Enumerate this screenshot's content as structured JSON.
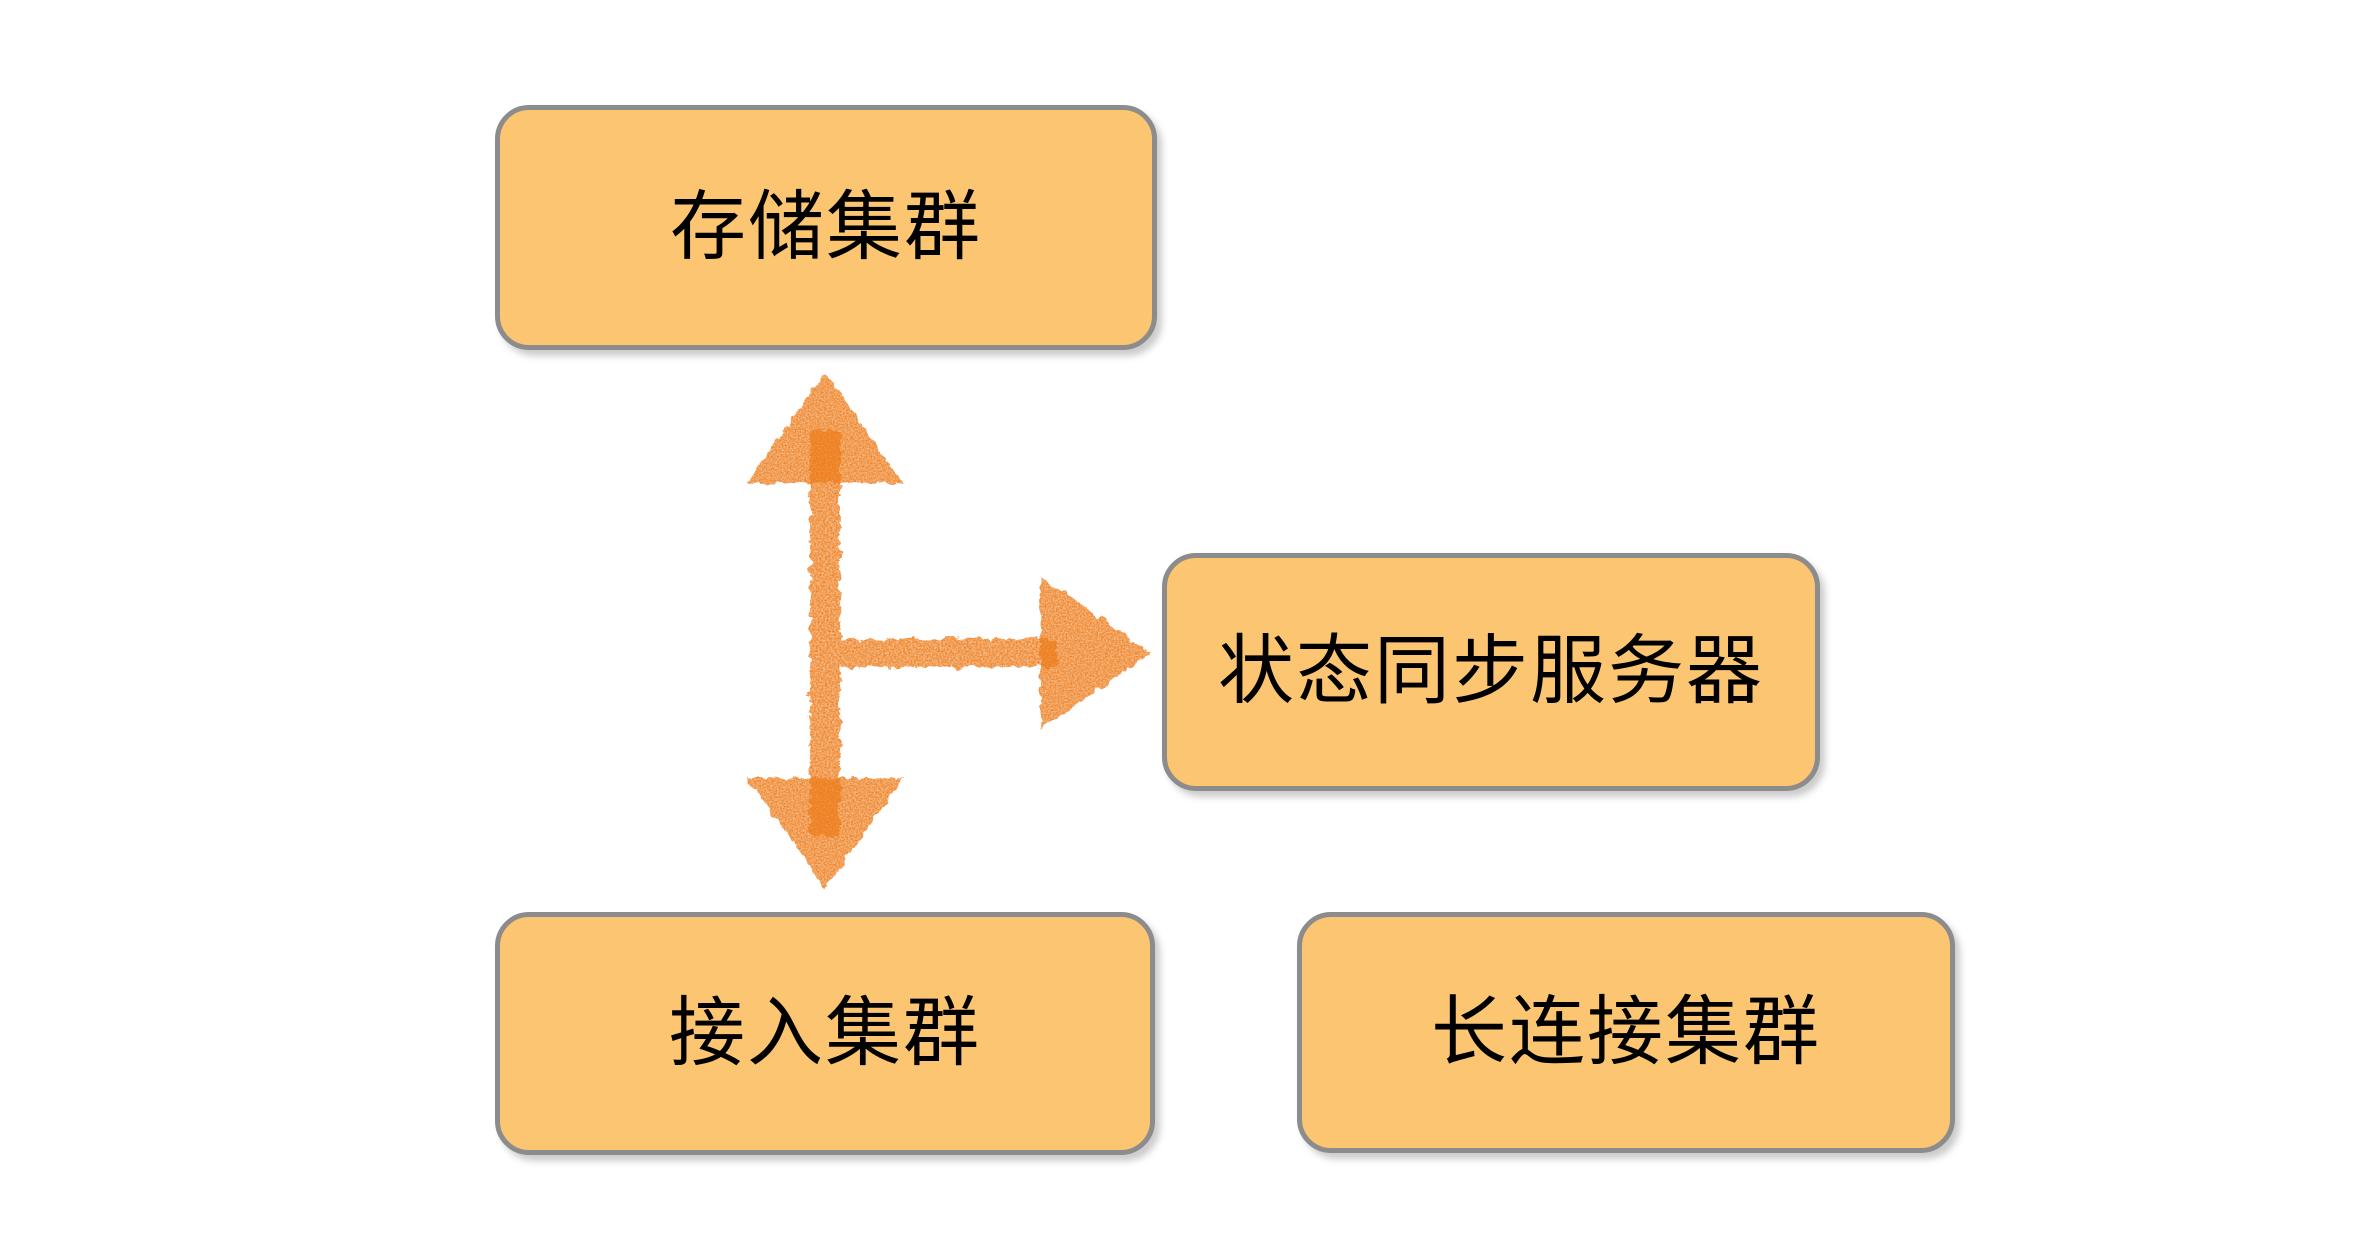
{
  "diagram": {
    "title": "",
    "background_color": "#ffffff",
    "node_fill": "#FCC572",
    "node_border": "#8c8c8c",
    "arrow_color": "#ED7D1C",
    "text_color": "#000000",
    "nodes": [
      {
        "id": "storage",
        "label": "存储集群"
      },
      {
        "id": "state-sync",
        "label": "状态同步服务器"
      },
      {
        "id": "access",
        "label": "接入集群"
      },
      {
        "id": "long-conn",
        "label": "长连接集群"
      }
    ],
    "connectors": [
      {
        "id": "tri-arrow",
        "style": "sketchy-chalk",
        "color": "#ED7D1C",
        "heads": [
          "up",
          "down",
          "right"
        ],
        "from": "access",
        "to": [
          "storage",
          "state-sync"
        ]
      }
    ]
  }
}
